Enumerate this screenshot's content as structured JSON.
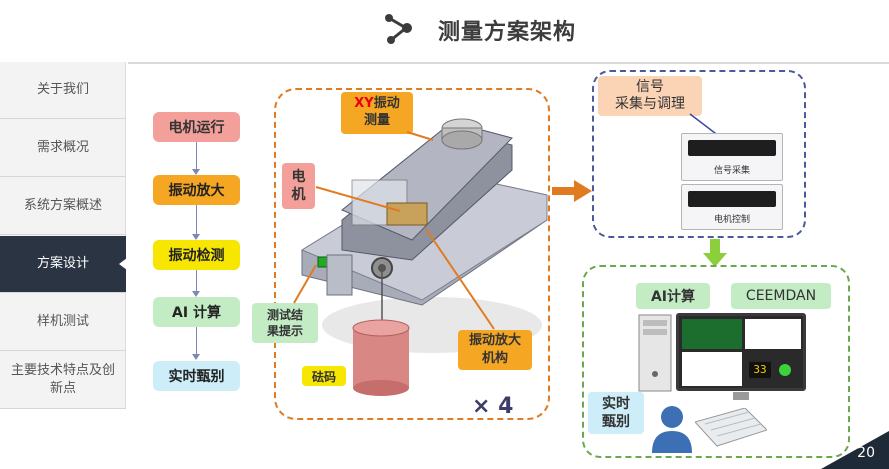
{
  "header": {
    "title": "测量方案架构"
  },
  "sidebar": {
    "items": [
      {
        "label": "关于我们"
      },
      {
        "label": "需求概况"
      },
      {
        "label": "系统方案概述"
      },
      {
        "label": "方案设计"
      },
      {
        "label": "样机测试"
      },
      {
        "label": "主要技术特点及创新点"
      }
    ],
    "active_index": 3
  },
  "flow": {
    "steps": [
      "电机运行",
      "振动放大",
      "振动检测",
      "AI 计算",
      "实时甄别"
    ]
  },
  "mechanism": {
    "xy_prefix": "XY",
    "xy_label": "振动",
    "xy_label_2": "测量",
    "motor_label_1": "电",
    "motor_label_2": "机",
    "test_result_label_1": "测试结",
    "test_result_label_2": "果提示",
    "weight_label": "砝码",
    "amplifier_label_1": "振动放大",
    "amplifier_label_2": "机构",
    "multiplier": "× 4"
  },
  "signal": {
    "title_1": "信号",
    "title_2": "采集与调理",
    "device_1": "信号采集",
    "device_2": "电机控制"
  },
  "ai": {
    "ai_label": "AI计算",
    "ceemdan_label": "CEEMDAN",
    "realtime_label_1": "实时",
    "realtime_label_2": "甄别",
    "screen_value": "33"
  },
  "page_number": "20",
  "colors": {
    "red": "#f4a09a",
    "orange": "#f5a623",
    "yellow": "#f7e600",
    "green": "#c3ecc5",
    "cyan": "#cdeef8",
    "accent_orange": "#e07b22",
    "nav_active": "#2b3442"
  }
}
